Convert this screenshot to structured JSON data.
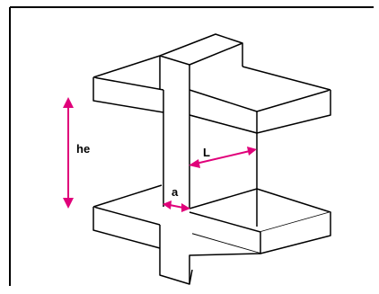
{
  "labels": {
    "height": "he",
    "length": "L",
    "thickness": "a"
  },
  "colors": {
    "outline": "#000000",
    "dimension": "#e0007a",
    "background": "#ffffff"
  }
}
